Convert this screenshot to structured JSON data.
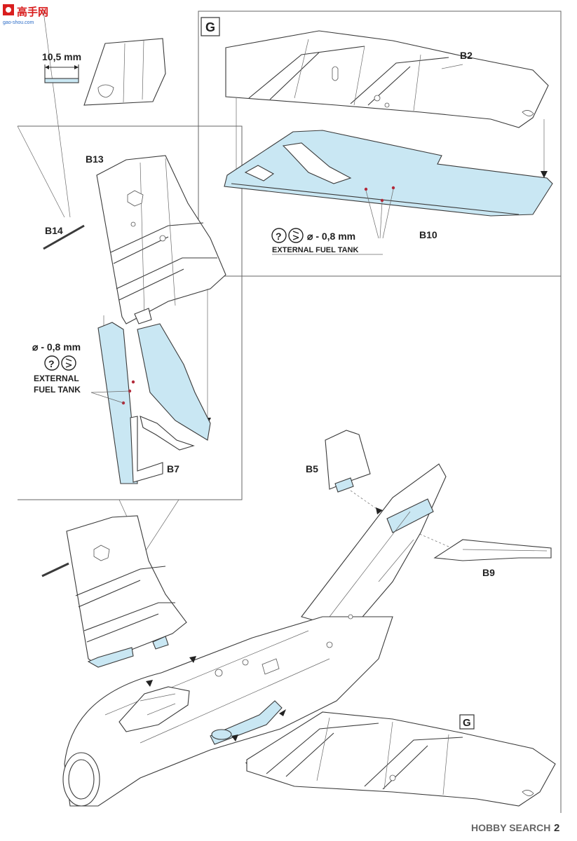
{
  "watermark": {
    "top": "高手网",
    "url": "gao-shou.com"
  },
  "footer": {
    "brand": "HOBBY SEARCH",
    "page": "2"
  },
  "top_left": {
    "dimension": "10,5 mm"
  },
  "step_g": {
    "marker": "G",
    "parts": {
      "upper": "B2",
      "lower": "B10"
    },
    "drill": "⌀ - 0,8 mm",
    "note": "EXTERNAL FUEL TANK",
    "icons": [
      "question-icon",
      "drill-icon"
    ]
  },
  "left_detail": {
    "parts": {
      "wing": "B13",
      "rod": "B14",
      "bottom": "B7"
    },
    "drill": "⌀ - 0,8 mm",
    "note_line1": "EXTERNAL",
    "note_line2": "FUEL TANK",
    "icons": [
      "question-icon",
      "drill-icon"
    ]
  },
  "tail": {
    "fin_part": "B5",
    "stab_part": "B9"
  },
  "bottom_wing": {
    "marker": "G"
  },
  "colors": {
    "part_fill": "#c9e7f3",
    "drill_dot": "#b22a3a",
    "ink": "#3a3a3a"
  }
}
